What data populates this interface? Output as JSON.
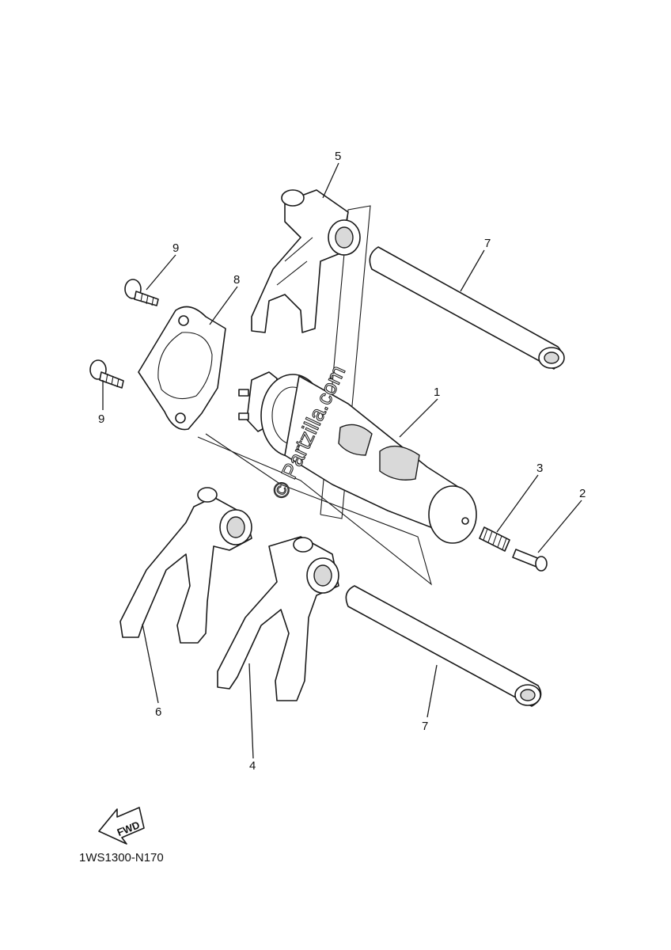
{
  "callouts": {
    "c1": "1",
    "c2": "2",
    "c3": "3",
    "c4": "4",
    "c5": "5",
    "c6": "6",
    "c7a": "7",
    "c7b": "7",
    "c8": "8",
    "c9a": "9",
    "c9b": "9"
  },
  "watermark": "© Partzilla.com",
  "fwd_label": "FWD",
  "diagram_code": "1WS1300-N170"
}
